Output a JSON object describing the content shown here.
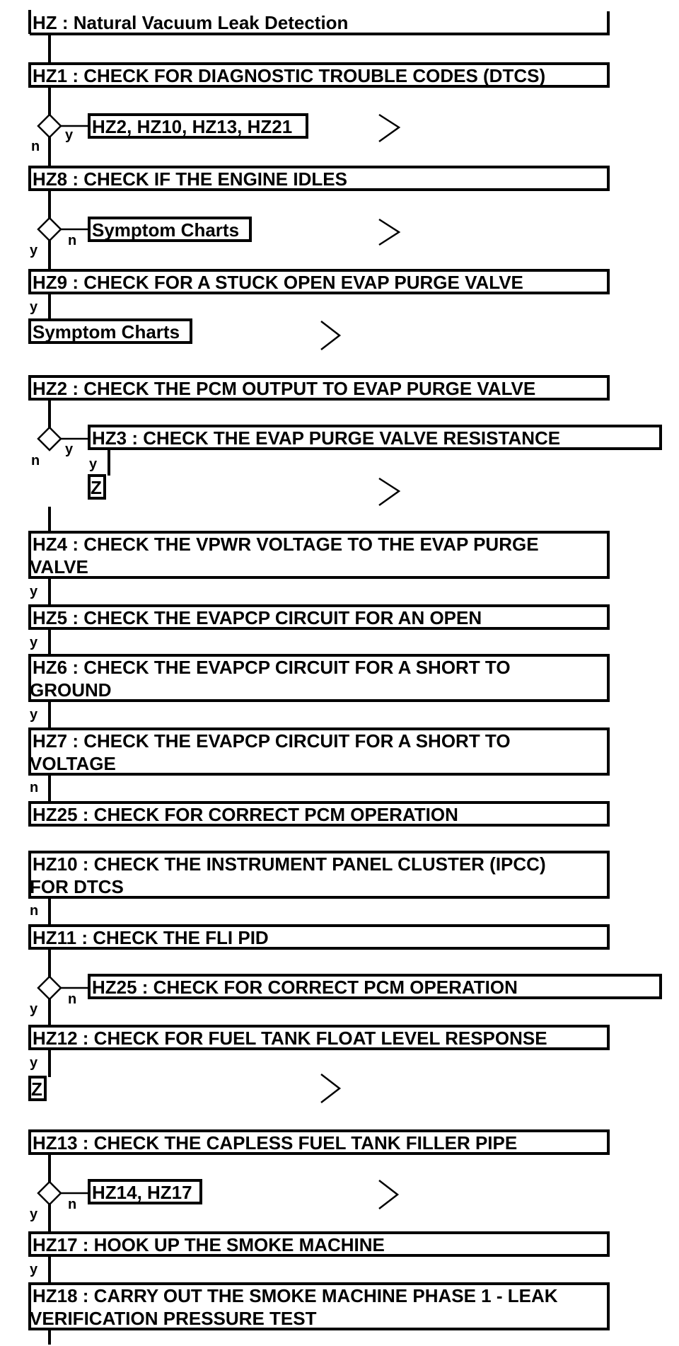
{
  "hz": {
    "title": "HZ : Natural Vacuum Leak Detection",
    "hz1": "HZ1 : CHECK FOR DIAGNOSTIC TROUBLE CODES (DTCS)",
    "hz1_target": "HZ2, HZ10, HZ13, HZ21",
    "hz8": "HZ8 : CHECK IF THE ENGINE IDLES",
    "hz8_target": "Symptom Charts",
    "hz9": "HZ9 : CHECK FOR A STUCK OPEN EVAP PURGE VALVE",
    "hz9_target": "Symptom Charts"
  },
  "hz2": {
    "hz2": "HZ2 : CHECK THE PCM OUTPUT TO EVAP PURGE VALVE",
    "hz3": "HZ3 : CHECK THE EVAP PURGE VALVE RESISTANCE",
    "hz3_target": "Z",
    "hz4_line1": "HZ4 : CHECK THE VPWR VOLTAGE TO THE EVAP PURGE",
    "hz4_line2": "VALVE",
    "hz5": "HZ5 : CHECK THE EVAPCP CIRCUIT FOR AN OPEN",
    "hz6_line1": "HZ6 : CHECK THE EVAPCP CIRCUIT FOR A SHORT TO",
    "hz6_line2": "GROUND",
    "hz7_line1": "HZ7 : CHECK THE EVAPCP CIRCUIT FOR A SHORT TO",
    "hz7_line2": "VOLTAGE",
    "hz25": "HZ25 : CHECK FOR CORRECT PCM OPERATION"
  },
  "hz10": {
    "hz10_line1": "HZ10 : CHECK THE INSTRUMENT PANEL CLUSTER (IPCC)",
    "hz10_line2": "FOR DTCS",
    "hz11": "HZ11 : CHECK THE FLI PID",
    "hz11_target": "HZ25 : CHECK FOR CORRECT PCM OPERATION",
    "hz12": "HZ12 : CHECK FOR FUEL TANK FLOAT LEVEL RESPONSE",
    "hz12_target": "Z"
  },
  "hz13": {
    "hz13": "HZ13 : CHECK THE CAPLESS FUEL TANK FILLER PIPE",
    "hz13_target": "HZ14, HZ17",
    "hz17": "HZ17 : HOOK UP THE SMOKE MACHINE",
    "hz18_line1": "HZ18 : CARRY OUT THE SMOKE MACHINE PHASE 1 - LEAK",
    "hz18_line2": "VERIFICATION PRESSURE TEST"
  },
  "labels": {
    "yes": "y",
    "no": "n"
  }
}
